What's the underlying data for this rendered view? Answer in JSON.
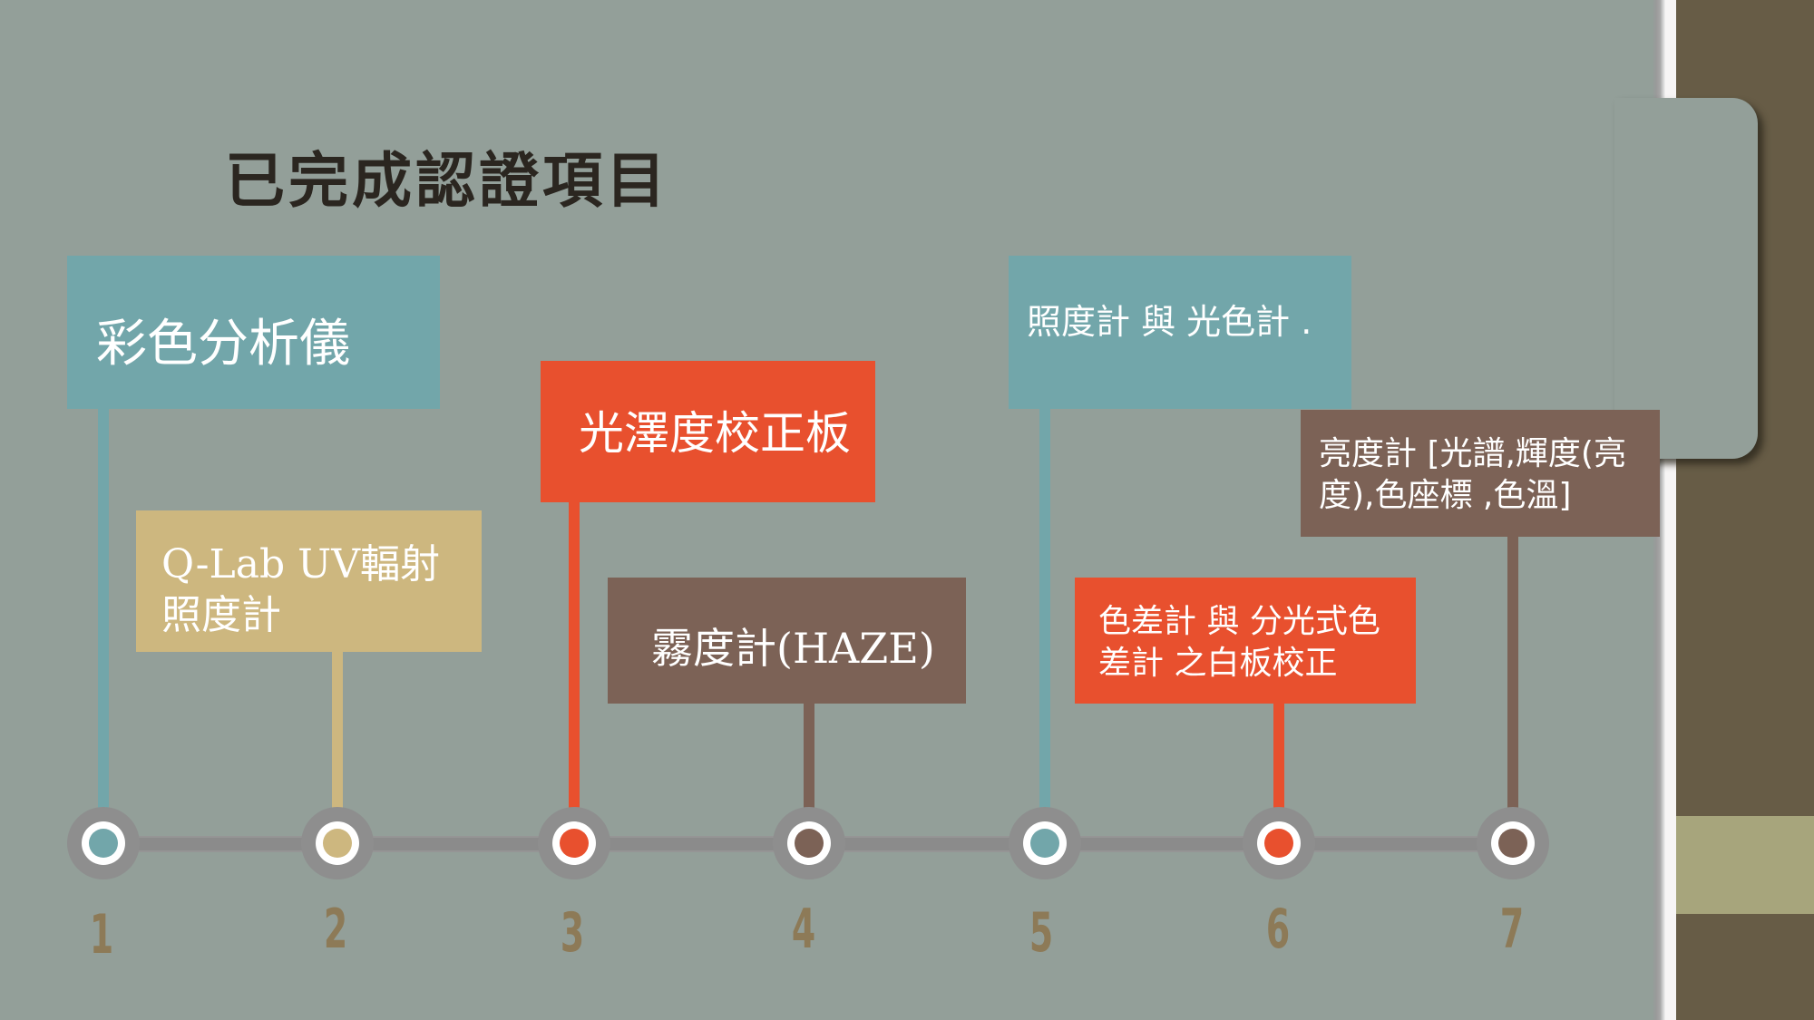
{
  "slide": {
    "title": "已完成認證項目",
    "colors": {
      "background": "#939f99",
      "teal": "#72a6aa",
      "tan": "#cdb77f",
      "orange": "#e8502e",
      "brown": "#7c6256",
      "number": "#8d7a57",
      "right_panel": "#675c46",
      "right_stripe": "#a7a57c"
    },
    "items": [
      {
        "number": "1",
        "label": "彩色分析儀",
        "color": "teal"
      },
      {
        "number": "2",
        "label": "Q-Lab UV輻射\n照度計",
        "color": "tan"
      },
      {
        "number": "3",
        "label": "光澤度校正板",
        "color": "orange"
      },
      {
        "number": "4",
        "label": "霧度計(HAZE)",
        "color": "brown"
      },
      {
        "number": "5",
        "label": "照度計 與 光色計 .",
        "color": "teal"
      },
      {
        "number": "6",
        "label": "色差計 與 分光式色\n差計 之白板校正",
        "color": "orange"
      },
      {
        "number": "7",
        "label": "亮度計 [光譜,輝度(亮\n度),色座標 ,色溫]",
        "color": "brown"
      }
    ]
  }
}
